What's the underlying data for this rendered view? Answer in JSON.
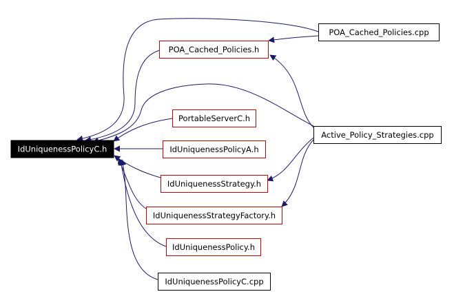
{
  "nodes": {
    "root": {
      "label": "IdUniquenessPolicyC.h"
    },
    "cached_cpp": {
      "label": "POA_Cached_Policies.cpp"
    },
    "cached_h": {
      "label": "POA_Cached_Policies.h"
    },
    "psc_h": {
      "label": "PortableServerC.h"
    },
    "active_cpp": {
      "label": "Active_Policy_Strategies.cpp"
    },
    "upa_h": {
      "label": "IdUniquenessPolicyA.h"
    },
    "us_h": {
      "label": "IdUniquenessStrategy.h"
    },
    "usf_h": {
      "label": "IdUniquenessStrategyFactory.h"
    },
    "up_h": {
      "label": "IdUniquenessPolicy.h"
    },
    "upc_cpp": {
      "label": "IdUniquenessPolicyC.cpp"
    }
  },
  "colors": {
    "root_fill": "#000000",
    "root_text": "#ffffff",
    "header_border": "#cc0000",
    "source_border": "#000000",
    "edge": "#1a1a66"
  }
}
